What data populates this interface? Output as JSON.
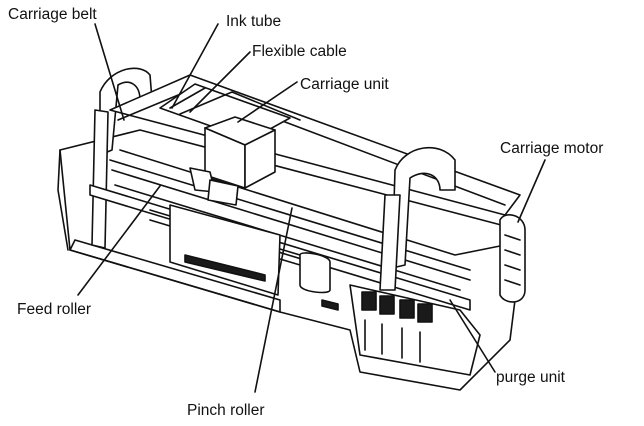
{
  "labels": {
    "carriage_belt": "Carriage belt",
    "ink_tube": "Ink tube",
    "flexible_cable": "Flexible cable",
    "carriage_unit": "Carriage unit",
    "carriage_motor": "Carriage motor",
    "feed_roller": "Feed roller",
    "pinch_roller": "Pinch roller",
    "purge_unit": "purge unit"
  },
  "colors": {
    "line": "#111111",
    "background": "#ffffff",
    "fill_dark": "#1a1a1a",
    "fill_light": "#ffffff"
  }
}
